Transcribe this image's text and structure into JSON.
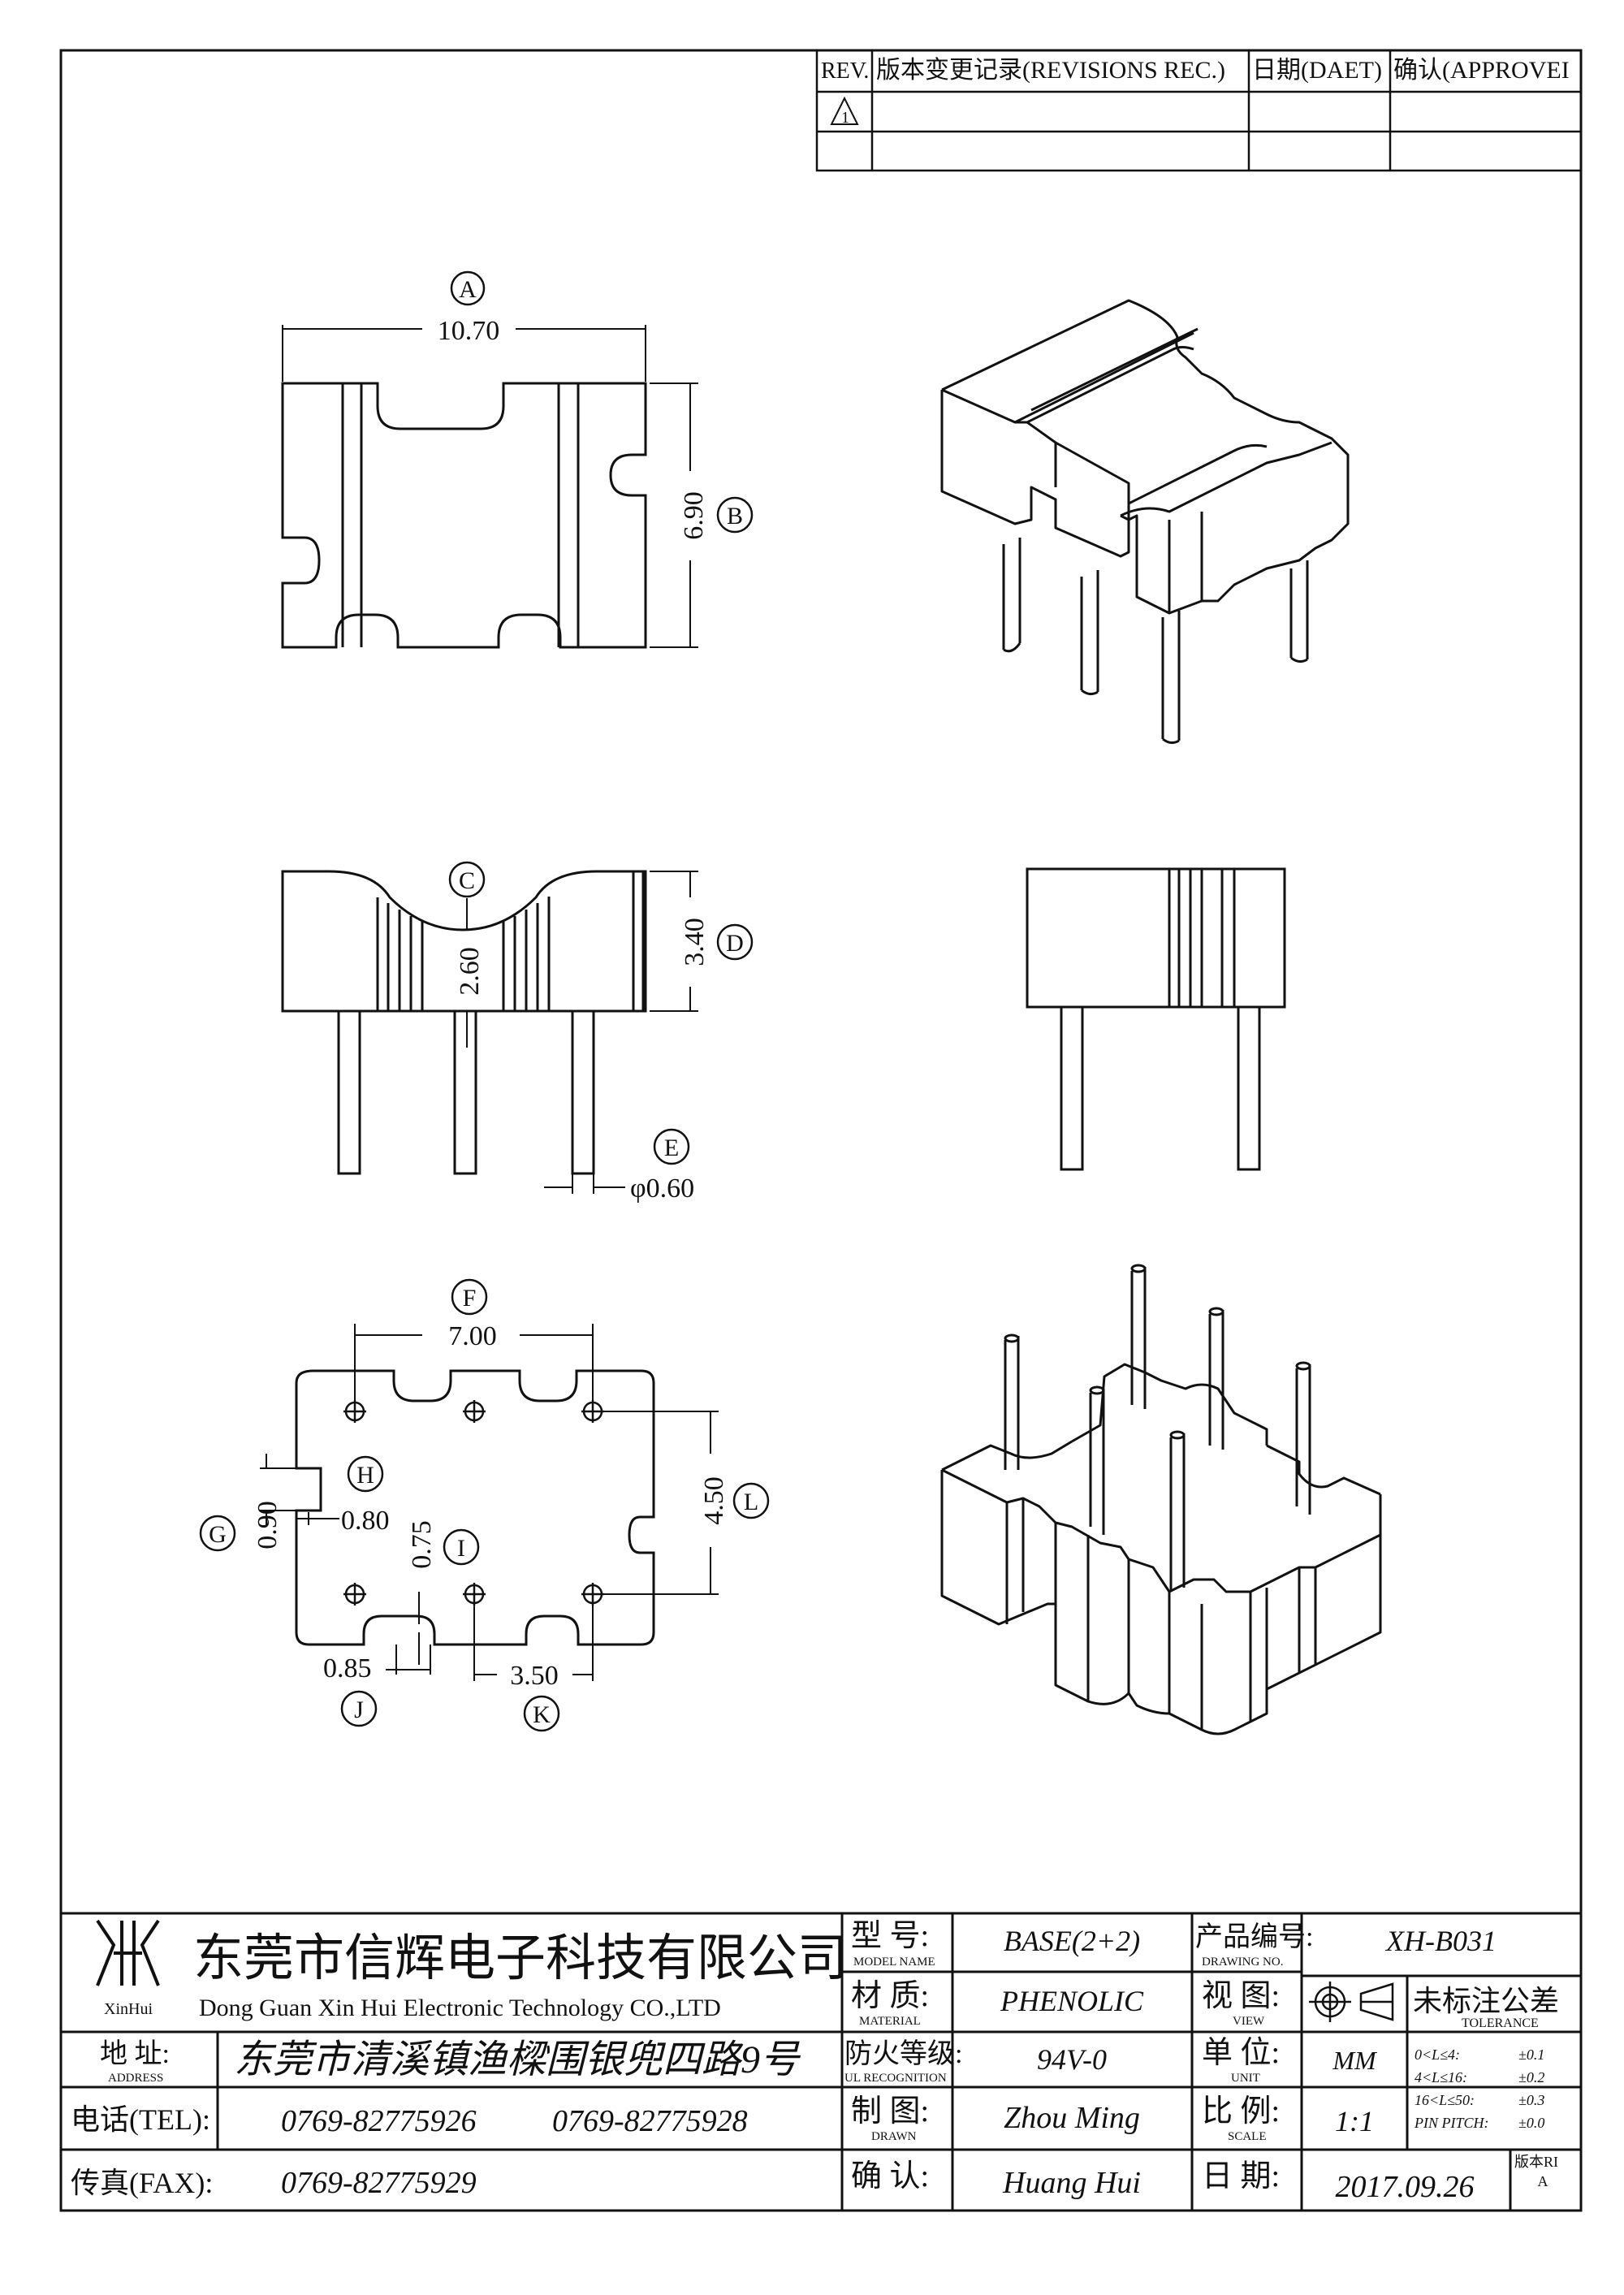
{
  "revision_table": {
    "headers": {
      "rev": "REV.",
      "record": "版本变更记录(REVISIONS REC.)",
      "date": "日期(DAET)",
      "approve": "确认(APPROVEI"
    },
    "first_row_symbol": "1"
  },
  "dimensions": {
    "A": {
      "tag": "A",
      "value": "10.70"
    },
    "B": {
      "tag": "B",
      "value": "6.90"
    },
    "C": {
      "tag": "C",
      "value": "2.60"
    },
    "D": {
      "tag": "D",
      "value": "3.40"
    },
    "E": {
      "tag": "E",
      "value": "φ0.60"
    },
    "F": {
      "tag": "F",
      "value": "7.00"
    },
    "G": {
      "tag": "G",
      "value": "0.90"
    },
    "H": {
      "tag": "H",
      "value": "0.80"
    },
    "I": {
      "tag": "I",
      "value": "0.75"
    },
    "J": {
      "tag": "J",
      "value": "0.85"
    },
    "K": {
      "tag": "K",
      "value": "3.50"
    },
    "L": {
      "tag": "L",
      "value": "4.50"
    }
  },
  "title_block": {
    "logo_text": "XinHui",
    "company_cn": "东莞市信辉电子科技有限公司",
    "company_en": "Dong Guan Xin Hui Electronic Technology CO.,LTD",
    "address_label_cn": "地  址:",
    "address_label_en": "ADDRESS",
    "address": "东莞市清溪镇渔樑围银兜四路9号",
    "tel_label": "电话(TEL):",
    "tel_1": "0769-82775926",
    "tel_2": "0769-82775928",
    "fax_label": "传真(FAX):",
    "fax": "0769-82775929",
    "model_label_cn": "型  号:",
    "model_label_en": "MODEL NAME",
    "model": "BASE(2+2)",
    "material_label_cn": "材  质:",
    "material_label_en": "MATERIAL",
    "material": "PHENOLIC",
    "fire_label_cn": "防火等级:",
    "fire_label_en": "UL RECOGNITION",
    "fire": "94V-0",
    "drawn_label_cn": "制  图:",
    "drawn_label_en": "DRAWN",
    "drawn": "Zhou Ming",
    "confirm_label_cn": "确  认:",
    "confirm": "Huang Hui",
    "drawing_no_label_cn": "产品编号:",
    "drawing_no_label_en": "DRAWING NO.",
    "drawing_no": "XH-B031",
    "view_label_cn": "视  图:",
    "view_label_en": "VIEW",
    "unit_label_cn": "单  位:",
    "unit_label_en": "UNIT",
    "unit": "MM",
    "scale_label_cn": "比  例:",
    "scale_label_en": "SCALE",
    "scale": "1:1",
    "date_label_cn": "日  期:",
    "date": "2017.09.26",
    "tolerance_title_cn": "未标注公差",
    "tolerance_title_en": "TOLERANCE",
    "tolerance_rows": [
      {
        "range": "0<L≤4:",
        "value": "±0.1"
      },
      {
        "range": "4<L≤16:",
        "value": "±0.2"
      },
      {
        "range": "16<L≤50:",
        "value": "±0.3"
      },
      {
        "range": "PIN PITCH:",
        "value": "±0.0"
      }
    ],
    "version_label": "版本RI",
    "version": "A"
  }
}
